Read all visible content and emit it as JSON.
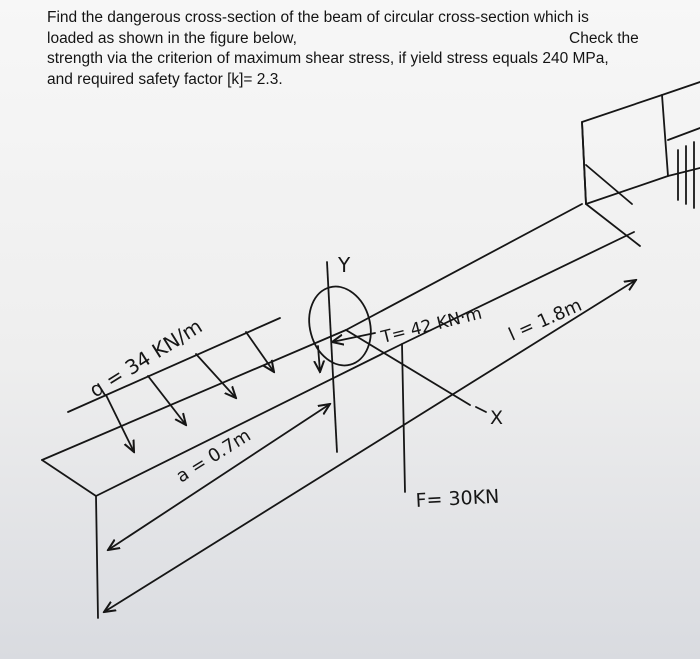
{
  "problem": {
    "line1": "Find the dangerous cross-section of the beam of circular cross-section which is",
    "line2_left": "loaded as shown in the  figure below,",
    "line2_right": "Check the",
    "line3": "strength via the criterion of maximum shear stress, if yield stress equals 240 MPa,",
    "line4": "and required safety factor [k]= 2.3."
  },
  "figure": {
    "load_label": "q = 34 KN/m",
    "a_label": "a = 0.7m",
    "torque_label": "T= 42 KN·m",
    "length_label": "l = 1.8m",
    "force_label": "F= 30KN",
    "y_axis_label": "Y",
    "x_axis_label": "X",
    "ink_color": "#161616",
    "paper_color": "#f2f2f2"
  }
}
